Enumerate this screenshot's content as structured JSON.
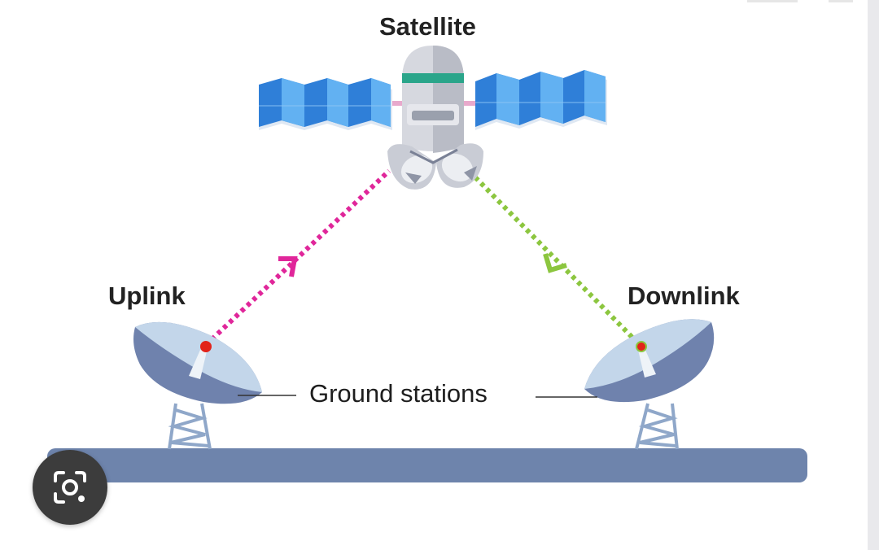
{
  "labels": {
    "satellite": "Satellite",
    "uplink": "Uplink",
    "downlink": "Downlink",
    "ground_stations": "Ground stations"
  },
  "colors": {
    "uplink_signal": "#e0269a",
    "downlink_signal": "#8cc63f",
    "ground": "#6e84ac",
    "dish_body": "#6f82ad",
    "dish_inner": "#c3d6ea",
    "solar_panel": "#2f7fd8",
    "satellite_body": "#cfd1d8",
    "satellite_band": "#2aa58a",
    "feed_point": "#e2231a"
  },
  "icons": {
    "lens_button": "camera-search-icon"
  }
}
